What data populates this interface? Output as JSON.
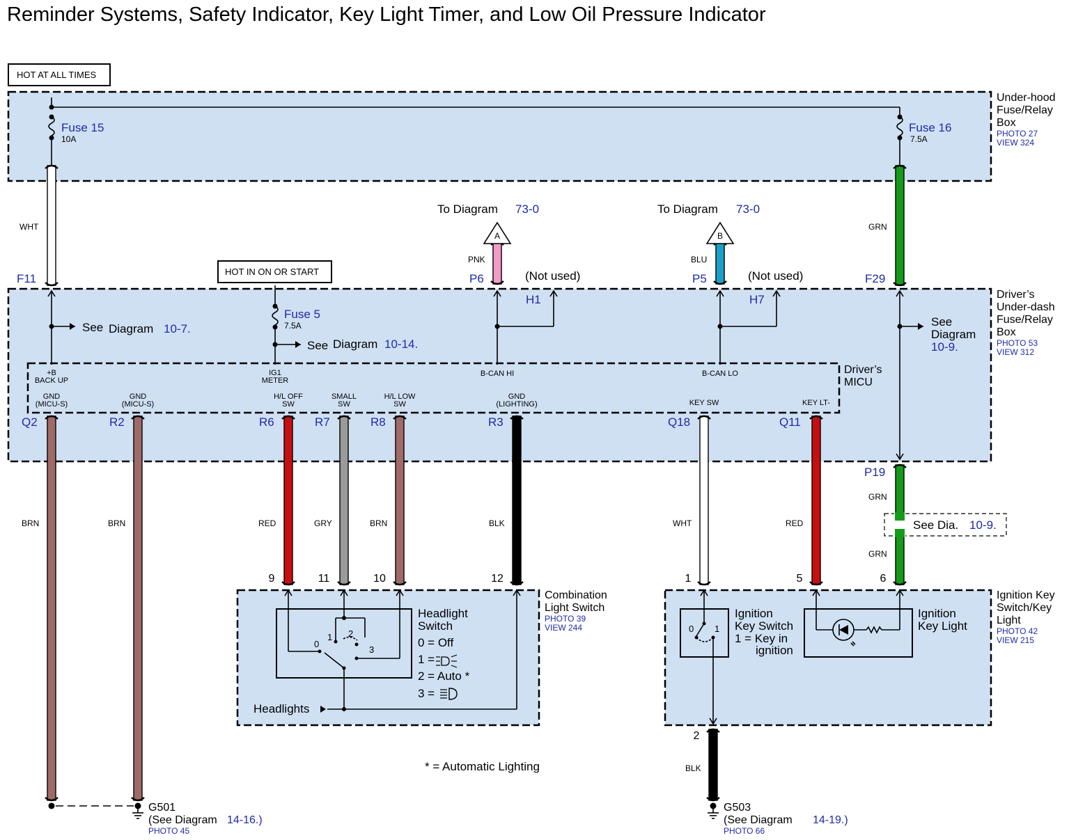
{
  "title": "Reminder Systems, Safety Indicator, Key Light Timer, and Low Oil Pressure Indicator",
  "hot_labels": {
    "always": "HOT AT ALL TIMES",
    "on_start": "HOT IN ON OR START"
  },
  "underhood": {
    "name_lines": [
      "Under-hood",
      "Fuse/Relay",
      "Box"
    ],
    "photo": "PHOTO 27",
    "view": "VIEW 324",
    "fuse15": {
      "name": "Fuse 15",
      "rating": "10A"
    },
    "fuse16": {
      "name": "Fuse 16",
      "rating": "7.5A"
    }
  },
  "underdash": {
    "name_lines": [
      "Driver’s",
      "Under-dash",
      "Fuse/Relay",
      "Box"
    ],
    "photo": "PHOTO 53",
    "view": "VIEW 312",
    "fuse5": {
      "name": "Fuse 5",
      "rating": "7.5A"
    },
    "see_1": {
      "text": "See",
      "diagram": "Diagram",
      "ref": "10-7."
    },
    "see_2": {
      "text": "See",
      "diagram": "Diagram",
      "ref": "10-14."
    },
    "see_3": {
      "text": "See",
      "diagram": "Diagram",
      "ref": "10-9."
    }
  },
  "micu": {
    "name_lines": [
      "Driver’s",
      "MICU"
    ]
  },
  "to_diagram": {
    "a": {
      "text": "To  Diagram",
      "ref": "73-0",
      "letter": "A"
    },
    "b": {
      "text": "To  Diagram",
      "ref": "73-0",
      "letter": "B"
    },
    "not_used": "(Not used)"
  },
  "pins": {
    "top": [
      {
        "id": "+B",
        "label2": "BACK UP"
      },
      {
        "id": "IG1",
        "label2": "METER"
      },
      {
        "id": "B-CAN HI",
        "label2": ""
      },
      {
        "id": "B-CAN LO",
        "label2": ""
      }
    ],
    "bottom": [
      {
        "line1": "GND",
        "line2": "(MICU-S)"
      },
      {
        "line1": "GND",
        "line2": "(MICU-S)"
      },
      {
        "line1": "H/L OFF",
        "line2": "SW"
      },
      {
        "line1": "SMALL",
        "line2": "SW"
      },
      {
        "line1": "H/L LOW",
        "line2": "SW"
      },
      {
        "line1": "GND",
        "line2": "(LIGHTING)"
      },
      {
        "line1": "KEY SW",
        "line2": ""
      },
      {
        "line1": "KEY LT-",
        "line2": ""
      }
    ]
  },
  "connectors": {
    "F11": "F11",
    "F29": "F29",
    "P6": "P6",
    "P5": "P5",
    "H1": "H1",
    "H7": "H7",
    "P19": "P19",
    "Q2": "Q2",
    "R2": "R2",
    "R6": "R6",
    "R7": "R7",
    "R8": "R8",
    "R3": "R3",
    "Q18": "Q18",
    "Q11": "Q11"
  },
  "wires": {
    "wht_top": "WHT",
    "grn_top": "GRN",
    "pnk": "PNK",
    "blu": "BLU",
    "brn1": "BRN",
    "brn2": "BRN",
    "red1": "RED",
    "gry": "GRY",
    "brn3": "BRN",
    "blk1": "BLK",
    "wht2": "WHT",
    "red2": "RED",
    "grn2": "GRN",
    "grn3": "GRN",
    "blk2": "BLK"
  },
  "wire_colors": {
    "WHT": "#ffffff",
    "GRN": "#159a1a",
    "PNK": "#f29cc8",
    "BLU": "#1da0c8",
    "BRN": "#a06a68",
    "RED": "#c80f10",
    "GRY": "#9a9a9a",
    "BLK": "#000000"
  },
  "see_dia": {
    "text": "See  Dia.",
    "ref": "10-9."
  },
  "combo_switch": {
    "name_lines": [
      "Combination",
      "Light Switch"
    ],
    "photo": "PHOTO 39",
    "view": "VIEW 244",
    "pin_numbers": [
      "9",
      "11",
      "10",
      "12"
    ],
    "headlight_switch": [
      "Headlight",
      "Switch"
    ],
    "positions": [
      "0 = Off",
      "1 =",
      "2 = Auto *",
      "3 ="
    ],
    "pos_digits": [
      "0",
      "1",
      "2",
      "3"
    ],
    "headlights": "Headlights"
  },
  "ignition": {
    "name_lines": [
      "Ignition Key",
      "Switch/Key",
      "Light"
    ],
    "photo": "PHOTO 42",
    "view": "VIEW 215",
    "pin_numbers": [
      "1",
      "5",
      "6",
      "2"
    ],
    "key_switch": [
      "Ignition",
      "Key Switch",
      "1 = Key in",
      "ignition"
    ],
    "key_light": [
      "Ignition",
      "Key Light"
    ],
    "sw_digits": [
      "0",
      "1"
    ]
  },
  "footnote": "* =  Automatic Lighting",
  "grounds": {
    "g501": {
      "name": "G501",
      "see": "(See Diagram",
      "ref": "14-16.)",
      "photo": "PHOTO 45"
    },
    "g503": {
      "name": "G503",
      "see": "(See  Diagram",
      "ref": "14-19.)",
      "photo": "PHOTO 66"
    }
  }
}
